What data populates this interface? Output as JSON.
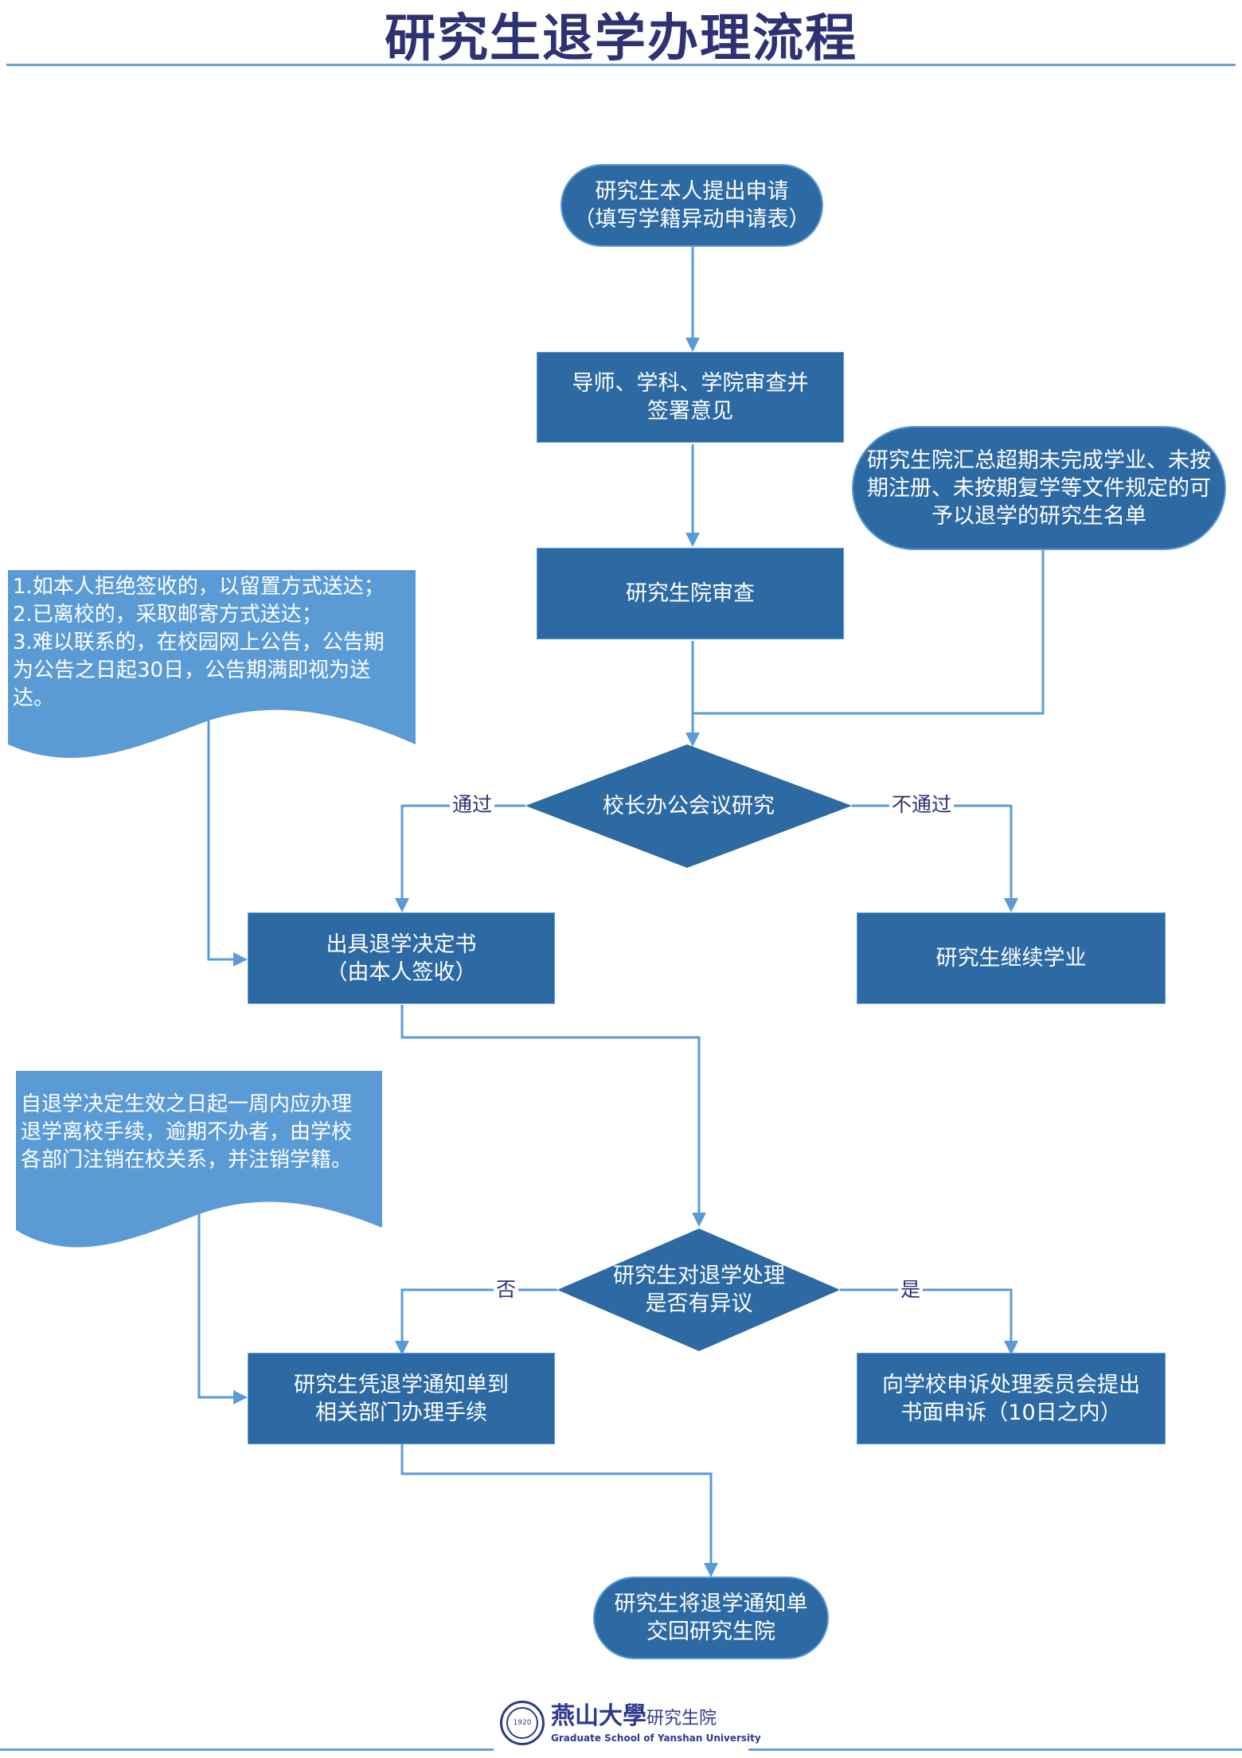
{
  "title": "研究生退学办理流程",
  "colors": {
    "title": "#2e3272",
    "node_fill": "#2d6aa3",
    "note_fill": "#5b9bd5",
    "connector": "#5b9bd5",
    "label_text": "#2e3272",
    "rule": "#6a9fd0"
  },
  "nodes": {
    "start": {
      "shape": "terminator",
      "lines": [
        "研究生本人提出申请",
        "（填写学籍异动申请表）"
      ]
    },
    "review_advisor": {
      "shape": "process",
      "lines": [
        "导师、学科、学院审查并",
        "签署意见"
      ]
    },
    "school_summary": {
      "shape": "terminator",
      "lines": [
        "研究生院汇总超期未完成学业、未按",
        "期注册、未按期复学等文件规定的可",
        "予以退学的研究生名单"
      ]
    },
    "grad_review": {
      "shape": "process",
      "lines": [
        "研究生院审查"
      ]
    },
    "president_meeting": {
      "shape": "decision",
      "lines": [
        "校长办公会议研究"
      ]
    },
    "issue_decision": {
      "shape": "process",
      "lines": [
        "出具退学决定书",
        "（由本人签收）"
      ]
    },
    "continue_study": {
      "shape": "process",
      "lines": [
        "研究生继续学业"
      ]
    },
    "objection": {
      "shape": "decision",
      "lines": [
        "研究生对退学处理",
        "是否有异议"
      ]
    },
    "procedures": {
      "shape": "process",
      "lines": [
        "研究生凭退学通知单到",
        "相关部门办理手续"
      ]
    },
    "appeal": {
      "shape": "process",
      "lines": [
        "向学校申诉处理委员会提出",
        "书面申诉（10日之内）"
      ]
    },
    "end": {
      "shape": "terminator",
      "lines": [
        "研究生将退学通知单",
        "交回研究生院"
      ]
    }
  },
  "notes": {
    "delivery": [
      "1.如本人拒绝签收的，以留置方式送达；",
      "2.已离校的，采取邮寄方式送达；",
      "3.难以联系的，在校园网上公告，公告期",
      "为公告之日起30日，公告期满即视为送",
      "达。"
    ],
    "deadline": [
      "自退学决定生效之日起一周内应办理",
      "退学离校手续，逾期不办者，由学校",
      "各部门注销在校关系，并注销学籍。"
    ]
  },
  "edge_labels": {
    "pass": "通过",
    "fail": "不通过",
    "no": "否",
    "yes": "是"
  },
  "edges": [
    {
      "from": "start",
      "to": "review_advisor"
    },
    {
      "from": "review_advisor",
      "to": "grad_review"
    },
    {
      "from": "grad_review",
      "to": "president_meeting"
    },
    {
      "from": "school_summary",
      "to": "president_meeting"
    },
    {
      "from": "president_meeting",
      "to": "issue_decision",
      "label": "通过"
    },
    {
      "from": "president_meeting",
      "to": "continue_study",
      "label": "不通过"
    },
    {
      "from": "delivery_note",
      "to": "issue_decision"
    },
    {
      "from": "issue_decision",
      "to": "objection"
    },
    {
      "from": "objection",
      "to": "procedures",
      "label": "否"
    },
    {
      "from": "objection",
      "to": "appeal",
      "label": "是"
    },
    {
      "from": "deadline_note",
      "to": "procedures"
    },
    {
      "from": "procedures",
      "to": "end"
    }
  ],
  "footer": {
    "logo_cn": "燕山大學",
    "logo_dept": "研究生院",
    "logo_en": "Graduate School of Yanshan University",
    "seal_year": "1920"
  }
}
